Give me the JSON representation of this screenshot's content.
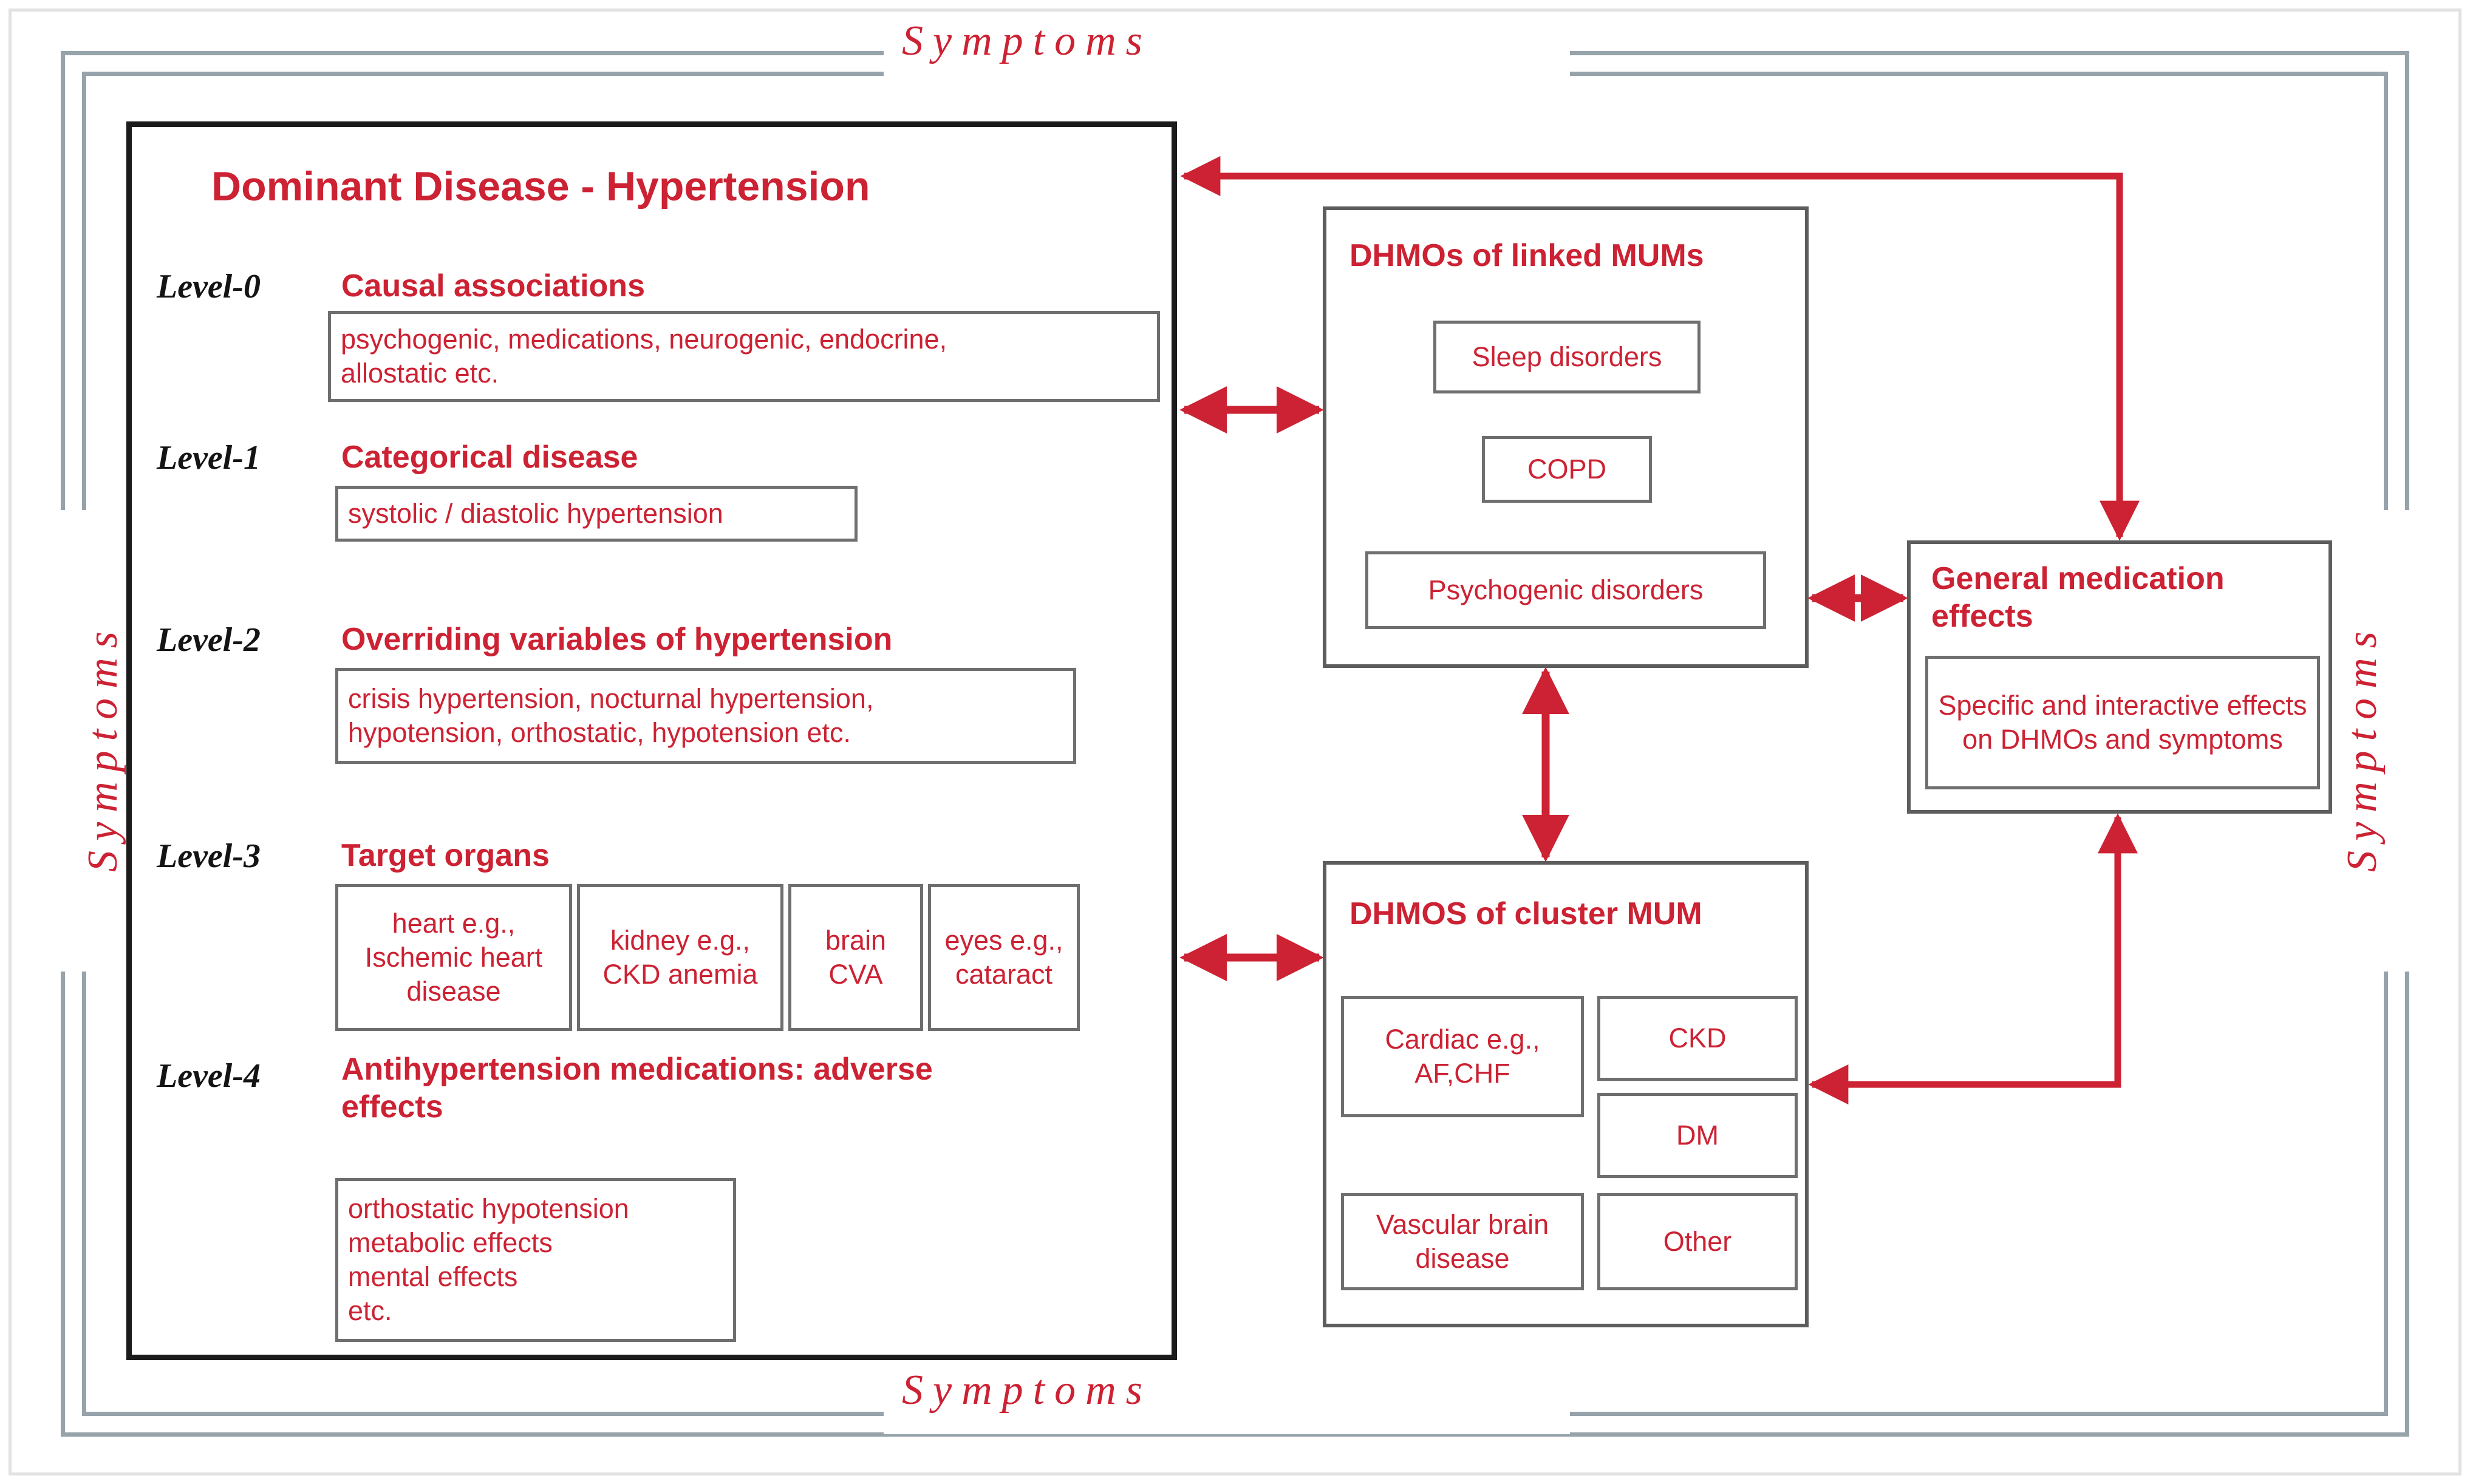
{
  "frame": {
    "symptoms_label": "Symptoms",
    "accent_red": "#cc2233",
    "frame_gray": "#97a3ab",
    "box_black": "#1b1b1b",
    "box_gray": "#6f6f6f"
  },
  "main_panel": {
    "title": "Dominant Disease - Hypertension",
    "levels": [
      {
        "label": "Level-0",
        "heading": "Causal  associations",
        "content": [
          "psychogenic, medications, neurogenic, endocrine,",
          "allostatic etc."
        ]
      },
      {
        "label": "Level-1",
        "heading": "Categorical disease",
        "content": [
          "systolic / diastolic hypertension"
        ]
      },
      {
        "label": "Level-2",
        "heading": "Overriding variables of hypertension",
        "content": [
          "crisis hypertension, nocturnal hypertension,",
          "hypotension, orthostatic, hypotension etc."
        ]
      },
      {
        "label": "Level-3",
        "heading": "Target organs",
        "organs": [
          "heart e.g., Ischemic heart disease",
          "kidney e.g., CKD anemia",
          "brain CVA",
          "eyes e.g., cataract"
        ]
      },
      {
        "label": "Level-4",
        "heading": "Antihypertension medications: adverse effects",
        "content": [
          "orthostatic hypotension",
          "metabolic effects",
          "mental effects",
          "etc."
        ]
      }
    ]
  },
  "linked_mums": {
    "title": "DHMOs of linked MUMs",
    "items": [
      "Sleep disorders",
      "COPD",
      "Psychogenic disorders"
    ]
  },
  "general_medication": {
    "title": "General medication effects",
    "content": "Specific and interactive effects on DHMOs and symptoms"
  },
  "cluster_mum": {
    "title": "DHMOS of cluster MUM",
    "items": [
      "Cardiac e.g., AF,CHF",
      "CKD",
      "DM",
      "Vascular brain disease",
      "Other"
    ]
  }
}
